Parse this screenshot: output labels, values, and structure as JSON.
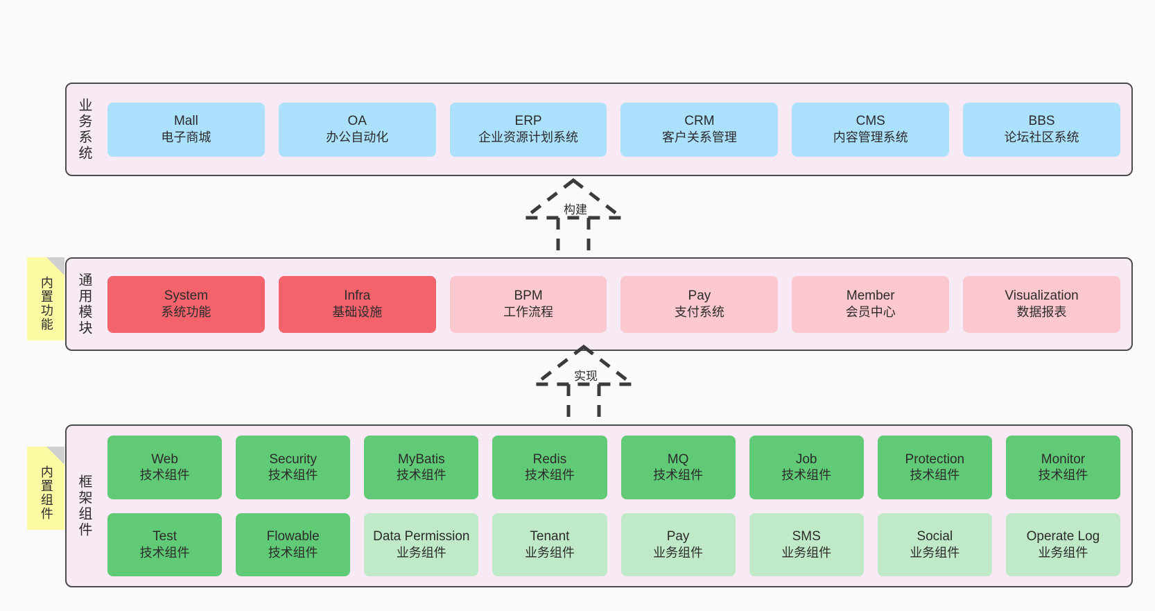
{
  "page": {
    "background": "#fafafa",
    "container_fill": "#f8eaf4",
    "container_border": "#4a4a4a"
  },
  "layers": [
    {
      "id": "business",
      "label": "业务系统",
      "card_color": "#ace1fd",
      "cards": [
        {
          "en": "Mall",
          "cn": "电子商城"
        },
        {
          "en": "OA",
          "cn": "办公自动化"
        },
        {
          "en": "ERP",
          "cn": "企业资源计划系统"
        },
        {
          "en": "CRM",
          "cn": "客户关系管理"
        },
        {
          "en": "CMS",
          "cn": "内容管理系统"
        },
        {
          "en": "BBS",
          "cn": "论坛社区系统"
        }
      ]
    },
    {
      "id": "modules",
      "label": "通用模块",
      "sticky": "内置功能",
      "sticky_color": "#fcfba3",
      "card_color_primary": "#f4636c",
      "card_color_secondary": "#fcc8cf",
      "cards": [
        {
          "en": "System",
          "cn": "系统功能",
          "tone": "primary"
        },
        {
          "en": "Infra",
          "cn": "基础设施",
          "tone": "primary"
        },
        {
          "en": "BPM",
          "cn": "工作流程",
          "tone": "secondary"
        },
        {
          "en": "Pay",
          "cn": "支付系统",
          "tone": "secondary"
        },
        {
          "en": "Member",
          "cn": "会员中心",
          "tone": "secondary"
        },
        {
          "en": "Visualization",
          "cn": "数据报表",
          "tone": "secondary"
        }
      ]
    },
    {
      "id": "framework",
      "label": "框架组件",
      "sticky": "内置组件",
      "sticky_color": "#fcfba3",
      "card_color_tech": "#61ca76",
      "card_color_business": "#c0e9c8",
      "row_tech": [
        {
          "en": "Web",
          "cn": "技术组件"
        },
        {
          "en": "Security",
          "cn": "技术组件"
        },
        {
          "en": "MyBatis",
          "cn": "技术组件"
        },
        {
          "en": "Redis",
          "cn": "技术组件"
        },
        {
          "en": "MQ",
          "cn": "技术组件"
        },
        {
          "en": "Job",
          "cn": "技术组件"
        },
        {
          "en": "Protection",
          "cn": "技术组件"
        },
        {
          "en": "Monitor",
          "cn": "技术组件"
        }
      ],
      "row_business": [
        {
          "en": "Test",
          "cn": "技术组件",
          "tone": "tech"
        },
        {
          "en": "Flowable",
          "cn": "技术组件",
          "tone": "tech"
        },
        {
          "en": "Data Permission",
          "cn": "业务组件",
          "tone": "business"
        },
        {
          "en": "Tenant",
          "cn": "业务组件",
          "tone": "business"
        },
        {
          "en": "Pay",
          "cn": "业务组件",
          "tone": "business"
        },
        {
          "en": "SMS",
          "cn": "业务组件",
          "tone": "business"
        },
        {
          "en": "Social",
          "cn": "业务组件",
          "tone": "business"
        },
        {
          "en": "Operate Log",
          "cn": "业务组件",
          "tone": "business"
        }
      ]
    }
  ],
  "connectors": [
    {
      "id": "build",
      "label": "构建",
      "style": "dashed-generalization"
    },
    {
      "id": "realize",
      "label": "实现",
      "style": "dashed-generalization"
    }
  ]
}
